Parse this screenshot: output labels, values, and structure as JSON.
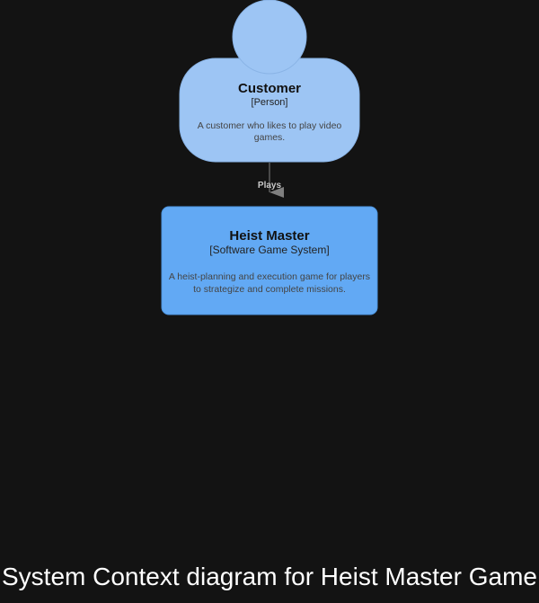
{
  "diagram": {
    "title": "System Context diagram for Heist Master Game",
    "colors": {
      "background": "#131313",
      "person_fill": "#9dc5f4",
      "system_fill": "#62a9f4",
      "box_text": "#111111",
      "description_text": "#444444",
      "edge": "#7f7f7f",
      "edge_label": "#c8c8c8"
    },
    "nodes": {
      "customer": {
        "name": "Customer",
        "type": "[Person]",
        "description_lines": [
          "A customer who likes to play video",
          "games."
        ]
      },
      "heist_master": {
        "name": "Heist Master",
        "type": "[Software Game System]",
        "description_lines": [
          "A heist-planning and execution game for players",
          "to strategize and complete missions."
        ]
      }
    },
    "edges": [
      {
        "from": "Customer",
        "to": "Heist Master",
        "label": "Plays"
      }
    ]
  }
}
